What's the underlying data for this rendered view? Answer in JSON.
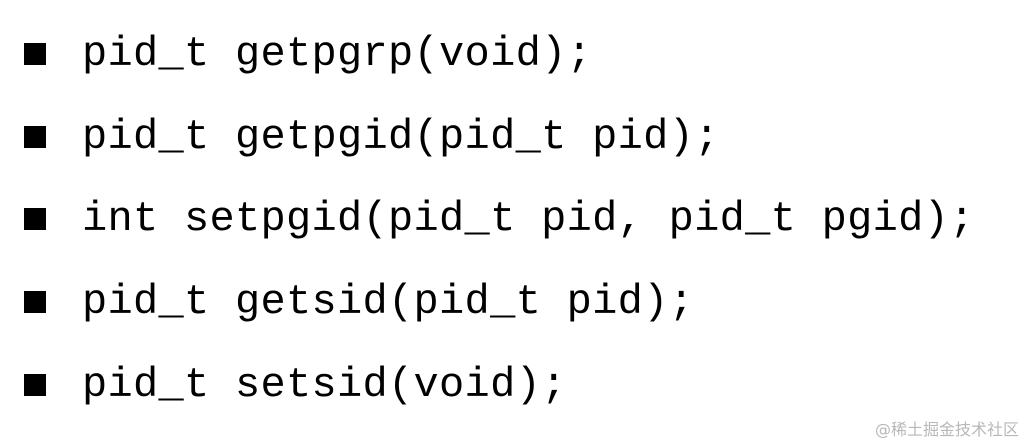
{
  "signatures": [
    "pid_t getpgrp(void);",
    "pid_t getpgid(pid_t pid);",
    "int setpgid(pid_t pid, pid_t pgid);",
    "pid_t getsid(pid_t pid);",
    "pid_t setsid(void);"
  ],
  "watermark": "@稀土掘金技术社区",
  "bullet_icon": "black-square-bullet-icon",
  "colors": {
    "text": "#000000",
    "background": "#ffffff",
    "watermark": "#b8b8b8"
  }
}
